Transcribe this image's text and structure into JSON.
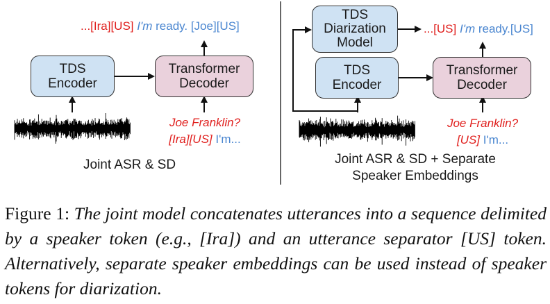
{
  "left_panel": {
    "encoder": {
      "line1": "TDS",
      "line2": "Encoder"
    },
    "decoder": {
      "line1": "Transformer",
      "line2": "Decoder"
    },
    "output": {
      "red_prefix": "...[Ira][US]",
      "italic_blue": "I'm",
      "blue_rest": " ready. [Joe][US]"
    },
    "input_text": {
      "line1_red_italic": "Joe Franklin?",
      "line2_red_italic": "[Ira][US]",
      "line2_blue": " I'm..."
    },
    "label": "Joint ASR & SD",
    "waveform_icon": "audio-waveform"
  },
  "right_panel": {
    "diarization": {
      "line1": "TDS",
      "line2": "Diarization",
      "line3": "Model"
    },
    "encoder": {
      "line1": "TDS",
      "line2": "Encoder"
    },
    "decoder": {
      "line1": "Transformer",
      "line2": "Decoder"
    },
    "output": {
      "red_prefix": "...[US]",
      "italic_blue": "I'm",
      "blue_rest": " ready.[US]"
    },
    "input_text": {
      "line1_red_italic": "Joe Franklin?",
      "line2_red_italic": "[US]",
      "line2_blue": " I'm..."
    },
    "label_line1": "Joint ASR & SD + Separate",
    "label_line2": "Speaker Embeddings",
    "waveform_icon": "audio-waveform"
  },
  "colors": {
    "encoder_fill": "#cfe2f3",
    "decoder_fill": "#ead1dc",
    "speaker_token": "#e0201e",
    "text_token": "#4a86d0"
  },
  "caption": {
    "prefix": "Figure 1:",
    "text": "The joint model concatenates utterances into a sequence delimited by a speaker token (e.g., [Ira]) and an utterance separator [US] token. Alternatively, separate speaker embeddings can be used instead of speaker tokens for diarization."
  }
}
